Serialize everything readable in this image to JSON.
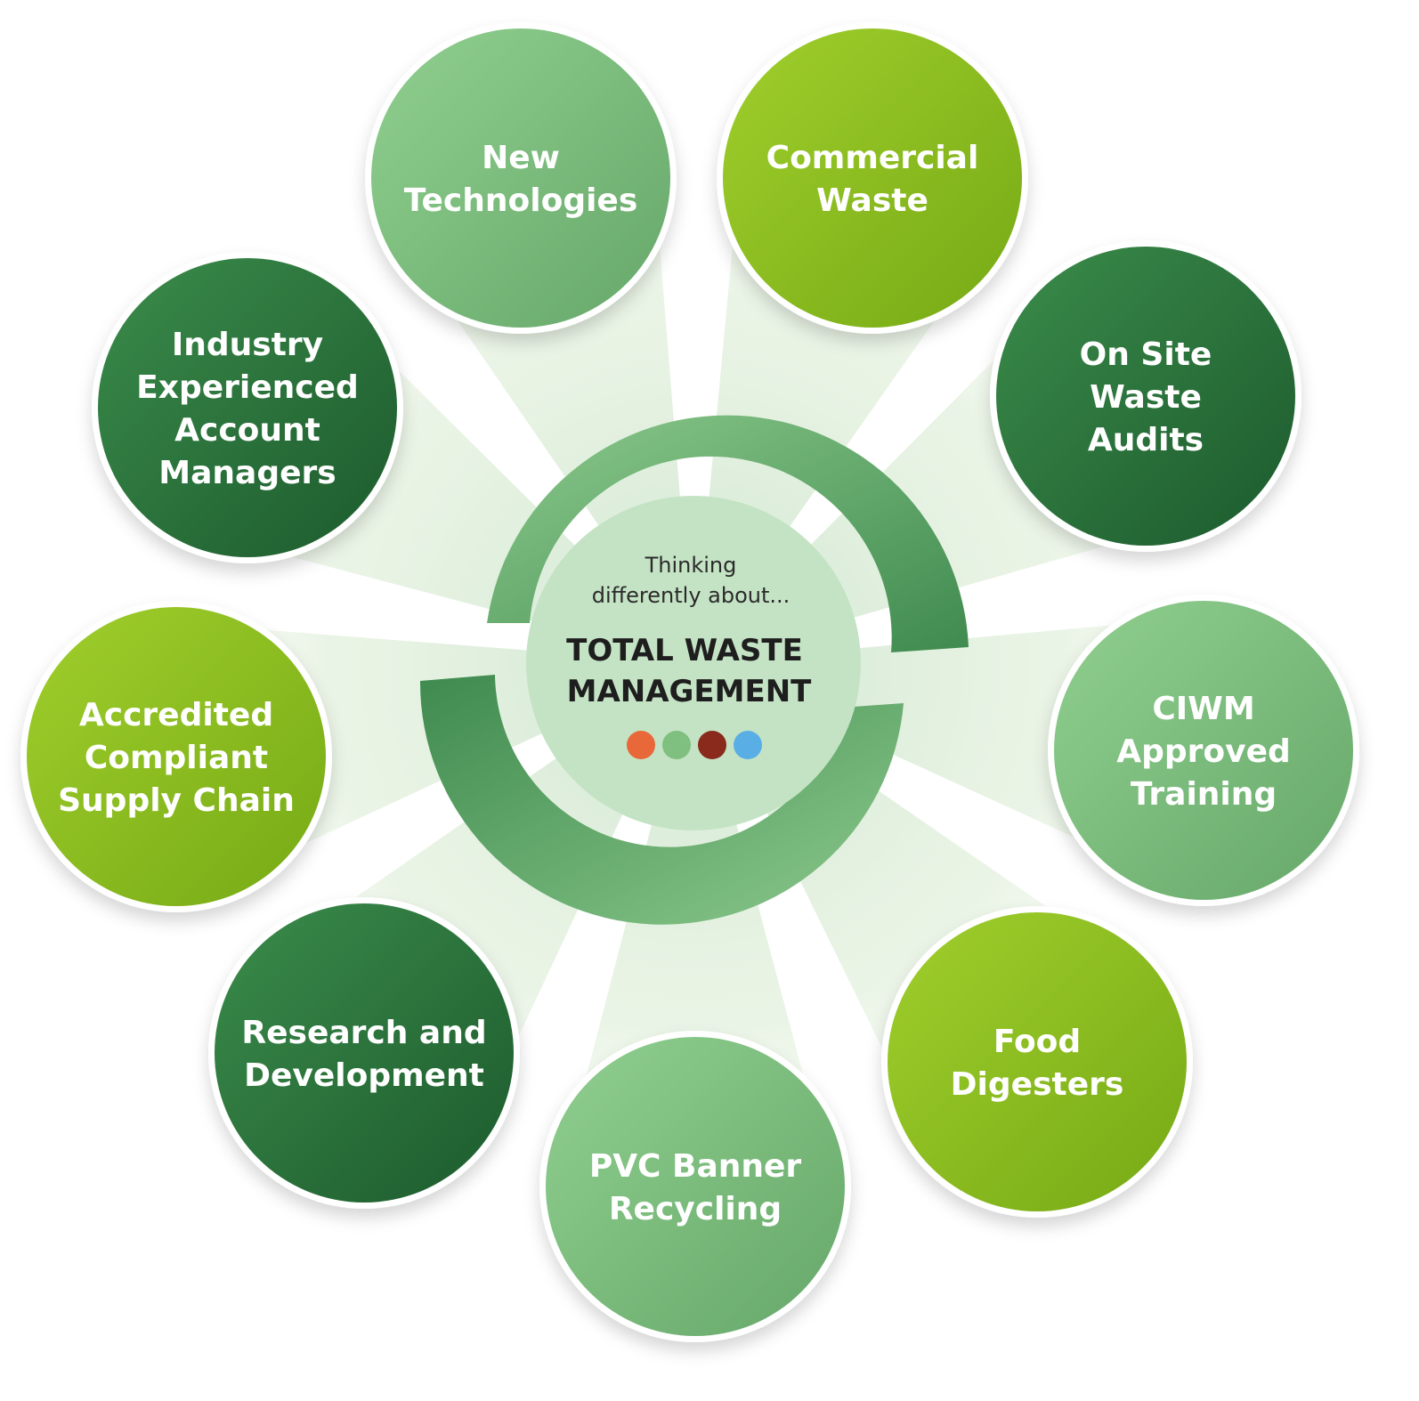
{
  "center": {
    "subtitle_lines": [
      "Thinking",
      "differently about..."
    ],
    "title_lines": [
      "TOTAL WASTE",
      "MANAGEMENT"
    ],
    "dot_colors": [
      "#e8683a",
      "#7fbf7f",
      "#8a2a1c",
      "#5aaee6"
    ]
  },
  "palette": {
    "dark_green": [
      "#3a8a4a",
      "#1e5a2e"
    ],
    "light_green": [
      "#8ccc8c",
      "#6aaa6a"
    ],
    "lime_green": [
      "#9ccc2a",
      "#78aa16"
    ],
    "ring": "#5a9a5a",
    "core": "#c4e3c4"
  },
  "bubbles": [
    {
      "id": "new-technologies",
      "lines": [
        "New",
        "Technologies"
      ],
      "tone": "light_green"
    },
    {
      "id": "commercial-waste",
      "lines": [
        "Commercial",
        "Waste"
      ],
      "tone": "lime_green"
    },
    {
      "id": "on-site-waste-audits",
      "lines": [
        "On Site",
        "Waste",
        "Audits"
      ],
      "tone": "dark_green"
    },
    {
      "id": "ciwm-approved-training",
      "lines": [
        "CIWM",
        "Approved",
        "Training"
      ],
      "tone": "light_green"
    },
    {
      "id": "food-digesters",
      "lines": [
        "Food",
        "Digesters"
      ],
      "tone": "lime_green"
    },
    {
      "id": "pvc-banner-recycling",
      "lines": [
        "PVC Banner",
        "Recycling"
      ],
      "tone": "light_green"
    },
    {
      "id": "research-and-development",
      "lines": [
        "Research and",
        "Development"
      ],
      "tone": "dark_green"
    },
    {
      "id": "accredited-compliant-supply-chain",
      "lines": [
        "Accredited",
        "Compliant",
        "Supply Chain"
      ],
      "tone": "lime_green"
    },
    {
      "id": "industry-experienced-account-managers",
      "lines": [
        "Industry",
        "Experienced",
        "Account",
        "Managers"
      ],
      "tone": "dark_green"
    }
  ]
}
